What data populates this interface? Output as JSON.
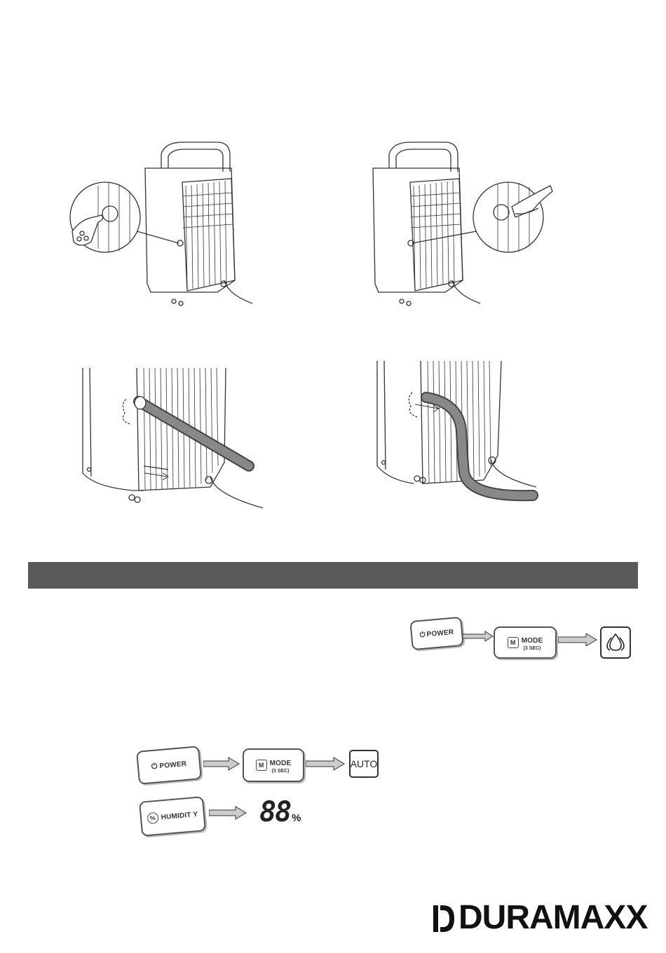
{
  "keys": {
    "power_label": "POWER",
    "mode_label": "MODE",
    "mode_sub": "(3 SEC)",
    "mode_glyph": "M",
    "humidity_label": "HUMIDIT Y",
    "humidity_glyph": "%",
    "auto_label": "AUTO"
  },
  "display": {
    "digits": "88",
    "unit": "%"
  },
  "brand": {
    "name": "DURAMAXX"
  },
  "colors": {
    "section_bar": "#5a5a5a",
    "line_art": "#333333"
  }
}
